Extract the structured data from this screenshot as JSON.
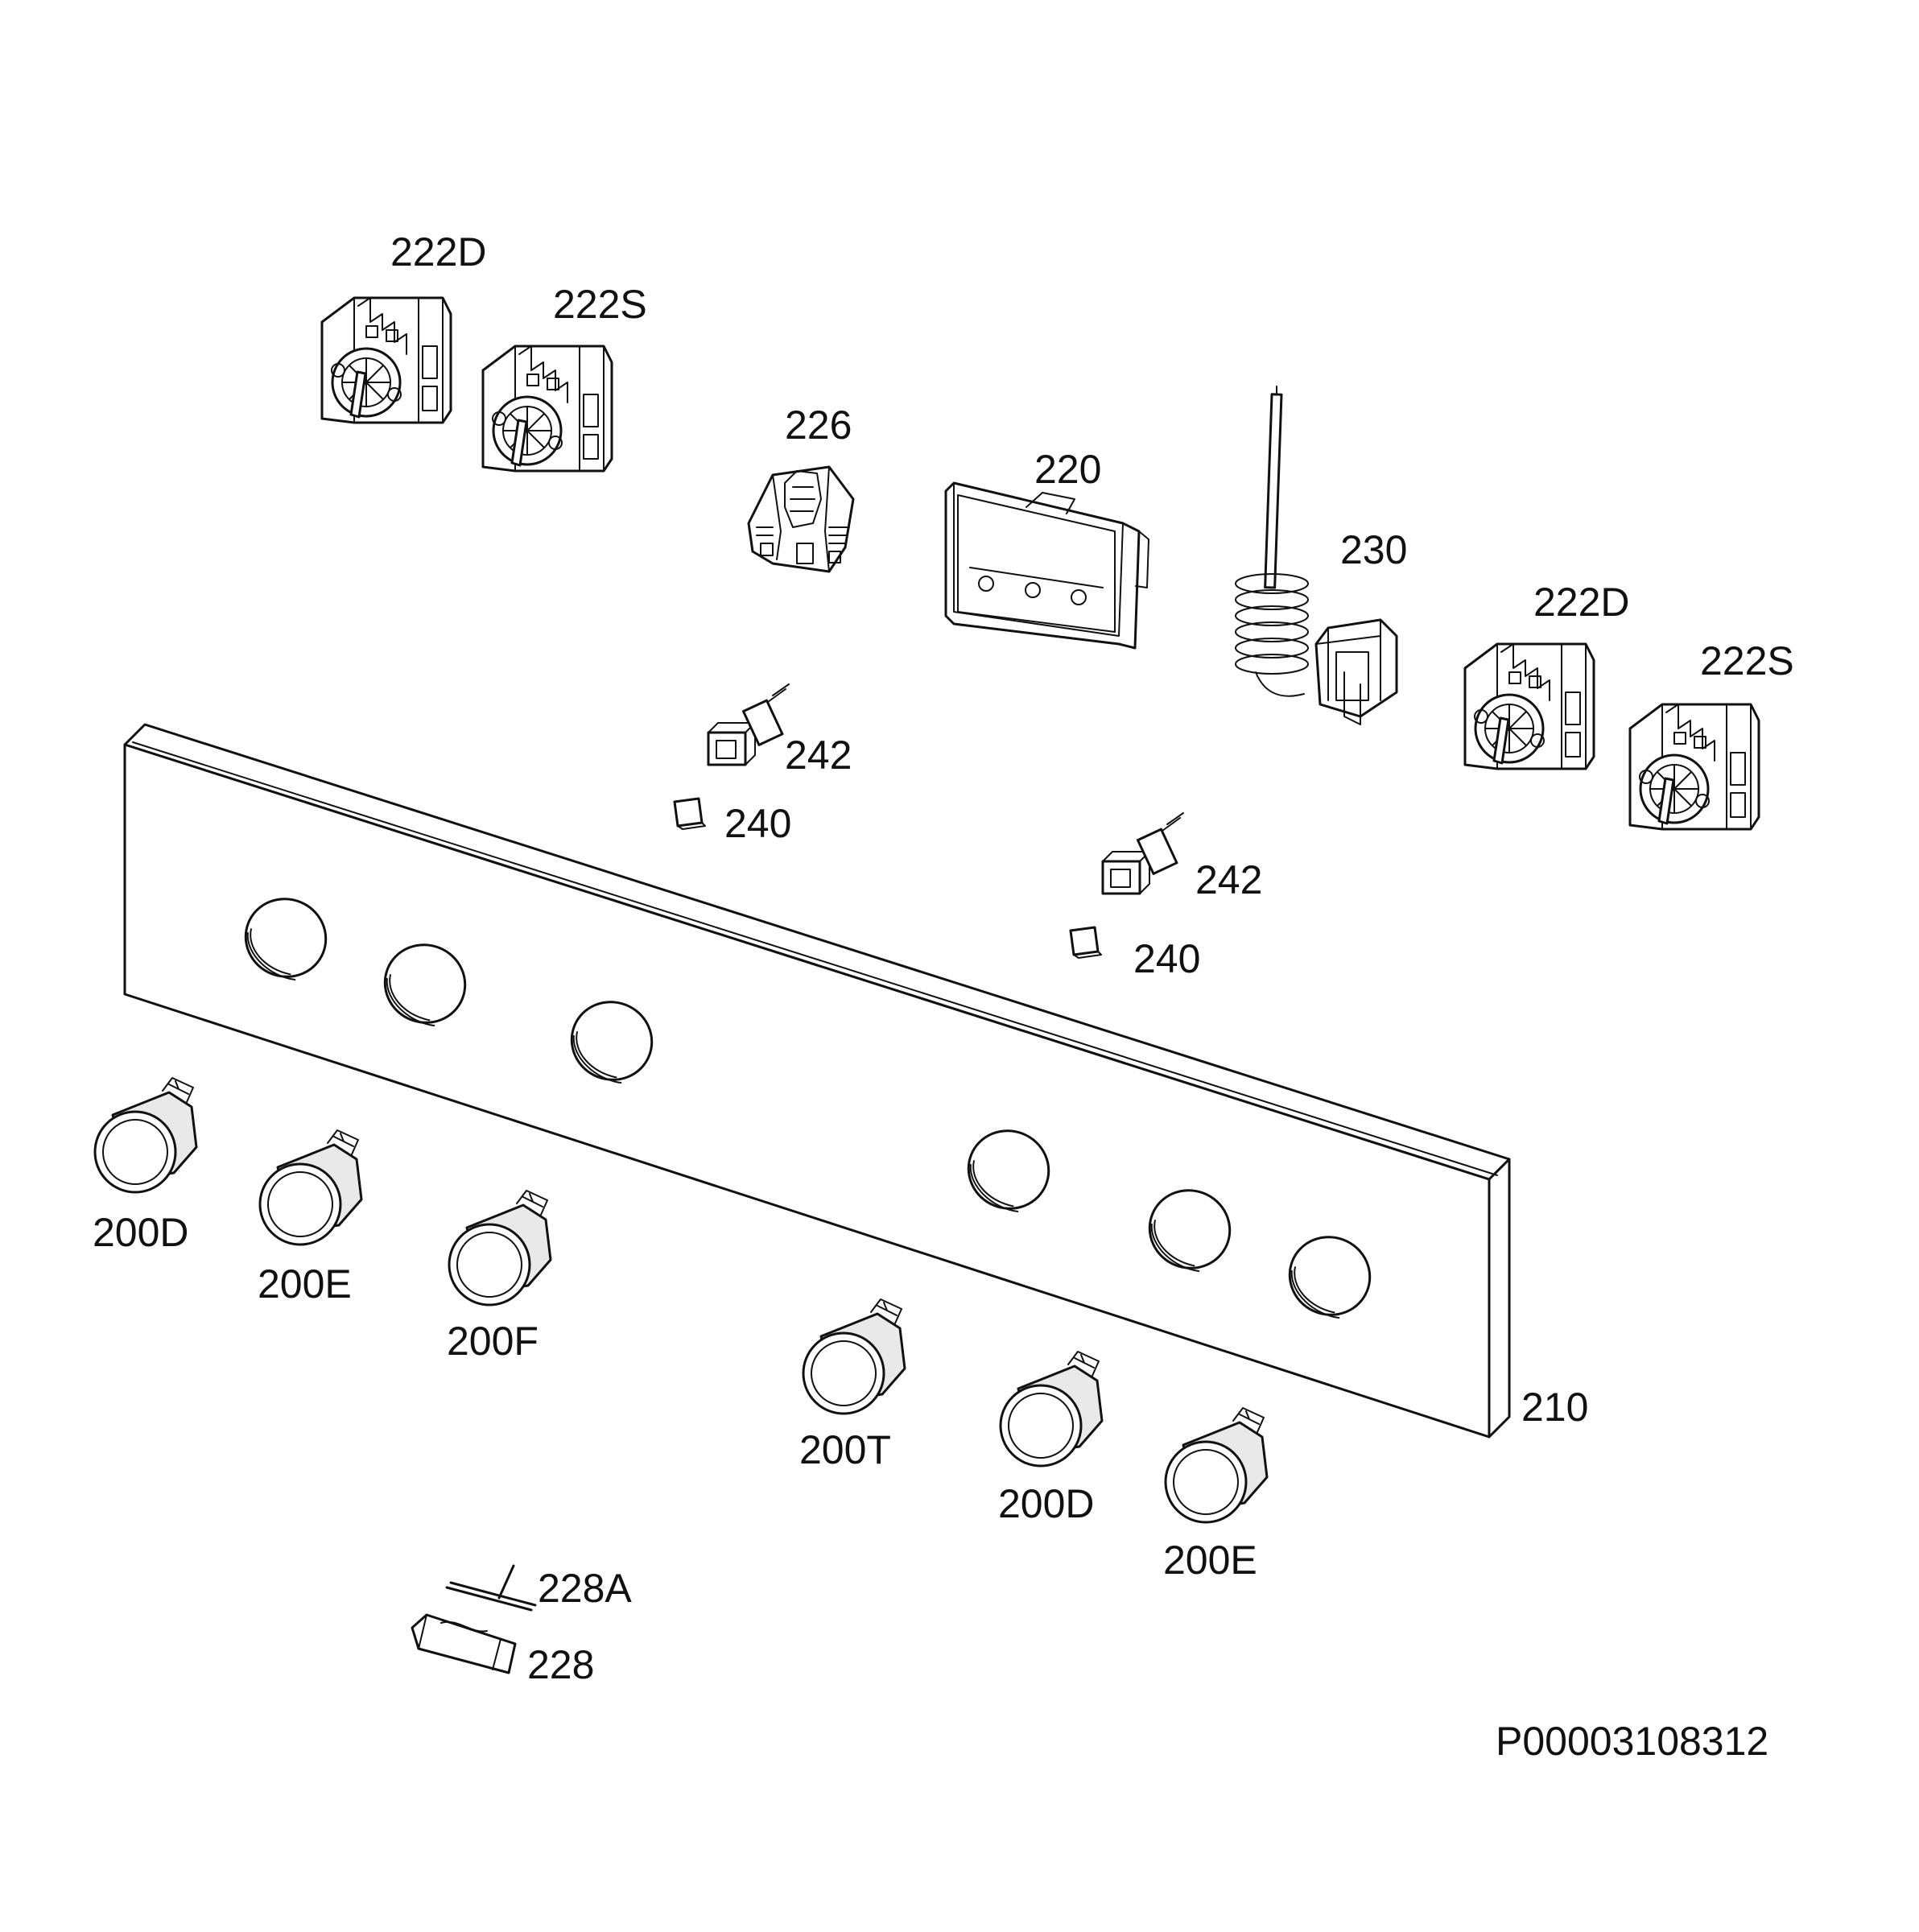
{
  "drawing_id": "P00003108312",
  "labels": {
    "switch_222d_a": "222D",
    "switch_222s_a": "222S",
    "selector_226": "226",
    "bracket_220": "220",
    "thermostat_230": "230",
    "switch_222d_b": "222D",
    "switch_222s_b": "222S",
    "lamp_242_a": "242",
    "lens_240_a": "240",
    "lamp_242_b": "242",
    "lens_240_b": "240",
    "panel_210": "210",
    "knob_200d_a": "200D",
    "knob_200e_a": "200E",
    "knob_200f": "200F",
    "knob_200t": "200T",
    "knob_200d_b": "200D",
    "knob_200e_b": "200E",
    "spring_228a": "228A",
    "clip_228": "228"
  }
}
